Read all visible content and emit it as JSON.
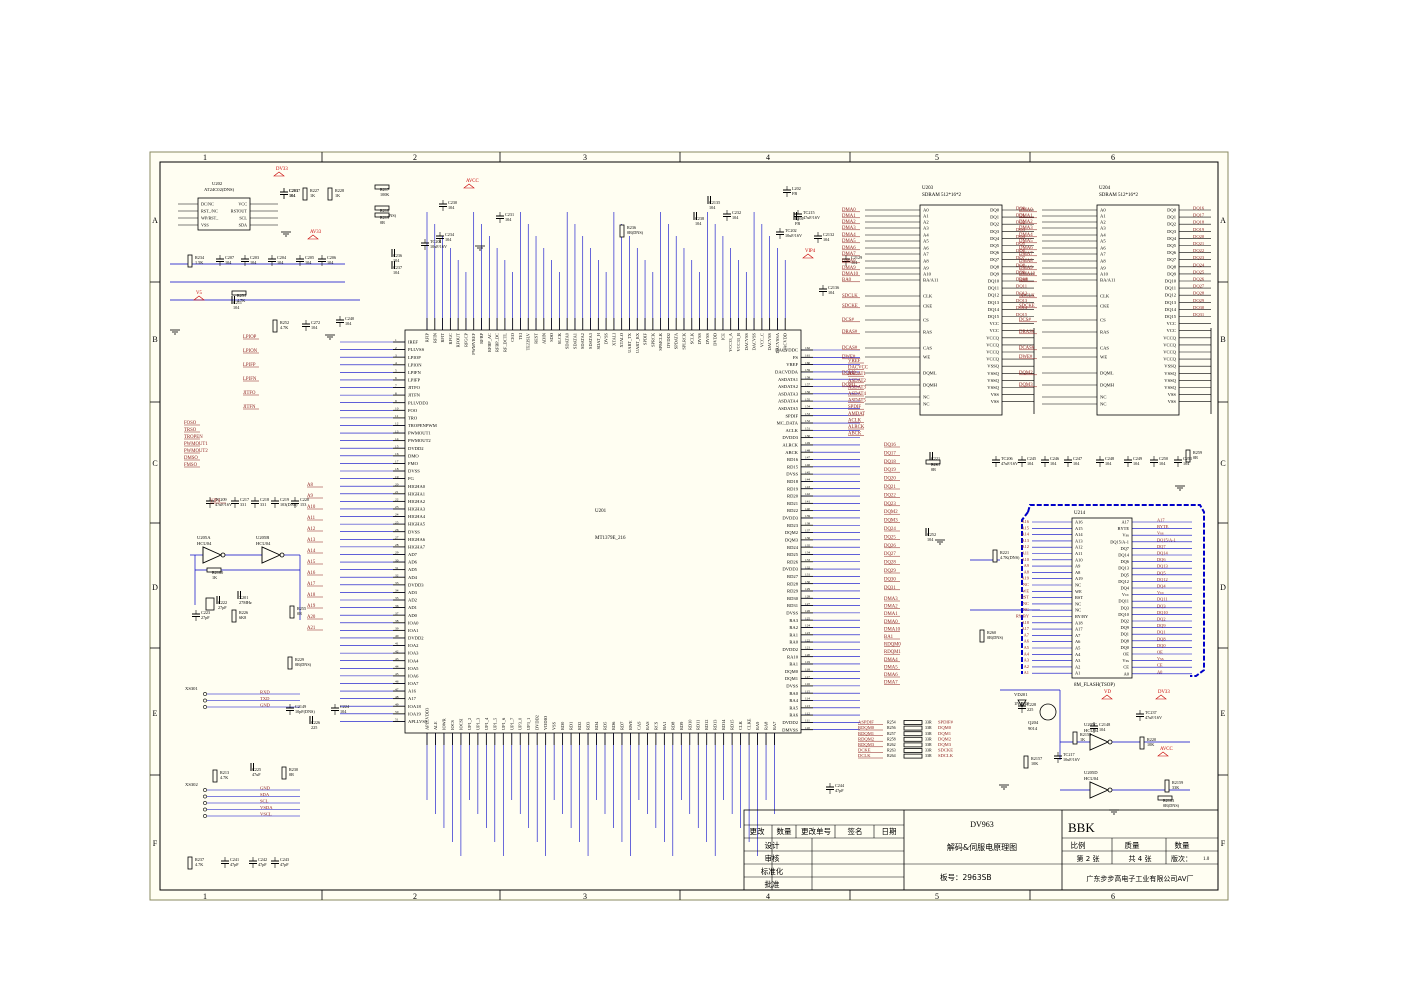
{
  "grid": {
    "columns": [
      "1",
      "2",
      "3",
      "4",
      "5",
      "6"
    ],
    "rows": [
      "A",
      "B",
      "C",
      "D",
      "E",
      "F"
    ]
  },
  "chips": {
    "main": {
      "ref": "U201",
      "part": "MT1379E_216"
    },
    "sdram1": {
      "ref": "U203",
      "part": "SDRAM 512*16*2"
    },
    "sdram2": {
      "ref": "U204",
      "part": "SDRAM 512*16*2"
    },
    "flash": {
      "ref": "U214",
      "part": "8M_FLASH(TSOP)"
    },
    "eeprom": {
      "ref": "U202",
      "part": "AT24C02(DNS)"
    },
    "inv_a": {
      "ref": "U205A",
      "part": "HCU04"
    },
    "inv_b": {
      "ref": "U205B",
      "part": "HCU04"
    },
    "inv_c": {
      "ref": "U205C",
      "part": "HCU04"
    },
    "inv_d": {
      "ref": "U205D",
      "part": "HCU04"
    },
    "transistor": {
      "ref": "Q204",
      "part": "9014"
    },
    "diode": {
      "ref": "VD201",
      "part": "1N4148"
    }
  },
  "eeprom_pins": [
    "DC/NC",
    "RST_/NC",
    "WP/RST_",
    "VSS",
    "VCC",
    "RSTOUT",
    "SCL",
    "SDA"
  ],
  "sdram_left_pins": [
    "A0",
    "A1",
    "A2",
    "A3",
    "A4",
    "A5",
    "A6",
    "A7",
    "A8",
    "A9",
    "A10",
    "BA/A11",
    "CLK",
    "CKE",
    "CS",
    "RAS",
    "CAS",
    "WE",
    "DQML",
    "DQMH",
    "NC",
    "NC"
  ],
  "sdram_right_pins": [
    "DQ0",
    "DQ1",
    "DQ2",
    "DQ3",
    "DQ4",
    "DQ5",
    "DQ6",
    "DQ7",
    "DQ8",
    "DQ9",
    "DQ10",
    "DQ11",
    "DQ12",
    "DQ13",
    "DQ14",
    "DQ15",
    "VCC",
    "VCC",
    "VCCQ",
    "VCCQ",
    "VCCQ",
    "VCCQ",
    "VSSQ",
    "VSSQ",
    "VSSQ",
    "VSSQ",
    "VSS",
    "VSS"
  ],
  "sdram1_nets": [
    "DMA0",
    "DMA1",
    "DMA2",
    "DMA3",
    "DMA4",
    "DMA5",
    "DMA6",
    "DMA7",
    "DMA8",
    "DMA9",
    "DMA10",
    "BA0",
    "SDCLK",
    "SDCKE",
    "DCS#",
    "DRAS#",
    "DCAS#",
    "DWE#",
    "DQM0",
    "DQM1"
  ],
  "sdram1_dq": [
    "DQ0",
    "DQ1",
    "DQ2",
    "DQ3",
    "DQ4",
    "DQ5",
    "DQ6",
    "DQ7",
    "DQ8",
    "DQ9",
    "DQ10",
    "DQ11",
    "DQ12",
    "DQ13",
    "DQ14",
    "DQ15"
  ],
  "sdram2_nets": [
    "DMA0",
    "DMA1",
    "DMA2",
    "DMA3",
    "DMA4",
    "DMA5",
    "DMA6",
    "DMA7",
    "DMA8",
    "DMA9",
    "DMA10",
    "BA0",
    "SDCLK",
    "SDCKE",
    "DCS#",
    "DRAS#",
    "DCAS#",
    "DWE#",
    "DQM2",
    "DQM3"
  ],
  "sdram2_dq": [
    "DQ16",
    "DQ17",
    "DQ18",
    "DQ19",
    "DQ20",
    "DQ21",
    "DQ22",
    "DQ23",
    "DQ24",
    "DQ25",
    "DQ26",
    "DQ27",
    "DQ28",
    "DQ29",
    "DQ30",
    "DQ31"
  ],
  "flash_left_pins": [
    "A16",
    "A15",
    "A14",
    "A13",
    "A12",
    "A11",
    "A10",
    "A9",
    "A8",
    "A19",
    "NC",
    "WE",
    "RST",
    "NC",
    "NC",
    "RY/BY",
    "A18",
    "A17",
    "A7",
    "A6",
    "A5",
    "A4",
    "A3",
    "A2",
    "A1"
  ],
  "flash_right_pins": [
    "A17",
    "BYTE",
    "Vss",
    "DQ15/A-1",
    "DQ7",
    "DQ14",
    "DQ6",
    "DQ13",
    "DQ5",
    "DQ12",
    "DQ4",
    "Vcc",
    "DQ11",
    "DQ3",
    "DQ10",
    "DQ2",
    "DQ9",
    "DQ1",
    "DQ8",
    "DQ0",
    "OE",
    "Vss",
    "CE",
    "A0"
  ],
  "main_left_pins": [
    "IREF",
    "PLLVSS",
    "LPIOP",
    "LPION",
    "LPIFN",
    "LPIFP",
    "JITFO",
    "JITFN",
    "PLLVDD3",
    "FOO",
    "TRO",
    "TROPENPWM",
    "PWMOUT1",
    "PWMOUT2",
    "DVDD2",
    "DMO",
    "FMO",
    "DVSS",
    "FG",
    "HIGHA0",
    "HIGHA1",
    "HIGHA2",
    "HIGHA3",
    "HIGHA4",
    "HIGHA5",
    "DVSS",
    "HIGHA6",
    "HIGHA7",
    "AD7",
    "AD6",
    "AD5",
    "AD4",
    "DVDD3",
    "AD3",
    "AD2",
    "AD1",
    "AD0",
    "IOA0",
    "IOA1",
    "DVDD2",
    "IOA2",
    "IOA3",
    "IOA4",
    "IOA5",
    "IOA6",
    "IOA7",
    "A16",
    "A17",
    "IOA18",
    "IOA19",
    "APLLVSS"
  ],
  "main_right_pins": [
    "DACVDDC",
    "FS",
    "VREF",
    "DACVDDA",
    "ASDATA1",
    "ASDATA2",
    "ASDATA3",
    "ASDATA4",
    "ASDATA5",
    "SPDIF",
    "MC_DATA",
    "ACLK",
    "DVDD3",
    "ALRCK",
    "ABCK",
    "RD16",
    "RD15",
    "DVSS",
    "RD18",
    "RD19",
    "RD20",
    "RD21",
    "RD22",
    "DVDD3",
    "RD23",
    "DQM2",
    "DQM3",
    "RD24",
    "RD25",
    "RD26",
    "DVDD3",
    "RD27",
    "RD28",
    "RD29",
    "RD30",
    "RD31",
    "DVSS",
    "RA3",
    "RA2",
    "RA1",
    "RA0",
    "DVDD2",
    "RA10",
    "BA1",
    "DQM0",
    "DQM1",
    "DVSS",
    "BA0",
    "RA4",
    "RA5",
    "RA6",
    "DVDD2",
    "DMVSS"
  ],
  "main_top_pins": [
    "RFIP",
    "RFIN",
    "RFIT",
    "RFGC",
    "RFOUT",
    "RFGCP",
    "PWMVREF",
    "RFBP",
    "RFBP_AC",
    "RFBP_DC",
    "RF_DCTL",
    "CEO",
    "TEI",
    "TEZISLV",
    "REST",
    "ADIN",
    "SDO",
    "SLCK",
    "SDATA0",
    "SDATA1",
    "SDATA2",
    "SDATA3",
    "SDAT_H",
    "DVSS",
    "XTALI",
    "XTALO",
    "UART_TX",
    "UART_RX",
    "SPDIF",
    "SPRCK",
    "SPMCLK",
    "DVDD2",
    "SPDATA",
    "SPLRCK",
    "SCLK",
    "DVSS",
    "DVSS",
    "DVDD",
    "ICE",
    "VCC33_A",
    "VCC33_B",
    "DACVSS",
    "DACVSS",
    "VCC_C",
    "DACVSS",
    "DACVSSA",
    "DACVDD"
  ],
  "main_bottom_pins": [
    "APLLVDD3",
    "ALE",
    "IOWR",
    "IOCS",
    "IOCSI",
    "UP1_2",
    "UP1_3",
    "UP1_4",
    "UP1_5",
    "UP1_6",
    "UP1_7",
    "UP3_0",
    "UP3_1",
    "DVDD2",
    "VDDIO",
    "VSS",
    "RD0",
    "RD1",
    "RD2",
    "RD3",
    "RD4",
    "RD5",
    "RD6",
    "RD7",
    "RWE",
    "CAS",
    "RAS",
    "RCS",
    "BA1",
    "RD8",
    "RD9",
    "RD10",
    "RD11",
    "RD12",
    "RD13",
    "RD14",
    "RD15",
    "CLK",
    "CLKE",
    "RA9",
    "RA8",
    "RA7"
  ],
  "left_nets": [
    "LPIOP",
    "LPION",
    "LPIFP",
    "LPIFN",
    "JITFO",
    "JITFN",
    "FOSO",
    "TRSO",
    "TROPEN",
    "PWMOUT1",
    "PWMOUT2",
    "DMSO",
    "FMSO",
    "VIP4",
    "A8",
    "A9",
    "A10",
    "A11",
    "A12",
    "A13",
    "A14",
    "A15",
    "A16",
    "A17",
    "A18",
    "A19",
    "A20",
    "A21"
  ],
  "right_nets": [
    "VREF",
    "DACVCC",
    "ASDAT1",
    "ASDAT2",
    "ASDAT3",
    "ASDAT4",
    "ASDAT5",
    "SPDIF",
    "AMDAT",
    "ACLK",
    "ALRCK",
    "ABCK",
    "DQ16",
    "DQ17",
    "DQ18",
    "DQ19",
    "DQ20",
    "DQ21",
    "DQ22",
    "DQ23",
    "DQM2",
    "DQM3",
    "DQ24",
    "DQ25",
    "DQ26",
    "DQ27",
    "DQ28",
    "DQ29",
    "DQ30",
    "DQ31",
    "DMA3",
    "DMA2",
    "DMA1",
    "DMA0",
    "DMA10",
    "BA1",
    "RDQM0",
    "RDQM1",
    "DMA4",
    "DMA5",
    "DMA6",
    "DMA7"
  ],
  "passives": [
    {
      "ref": "C201",
      "val": "104"
    },
    {
      "ref": "R227",
      "val": "1K"
    },
    {
      "ref": "R228",
      "val": "1K"
    },
    {
      "ref": "R217",
      "val": "100K"
    },
    {
      "ref": "R218",
      "val": "0R(DNS)"
    },
    {
      "ref": "R219",
      "val": "0R"
    },
    {
      "ref": "C230",
      "val": "104"
    },
    {
      "ref": "C231",
      "val": "104"
    },
    {
      "ref": "C234",
      "val": "104"
    },
    {
      "ref": "TC201",
      "val": "10uF/16V"
    },
    {
      "ref": "R236",
      "val": "0R(DNS)"
    },
    {
      "ref": "C232",
      "val": "104"
    },
    {
      "ref": "C236",
      "val": "104"
    },
    {
      "ref": "C237",
      "val": "104"
    },
    {
      "ref": "C238",
      "val": "104"
    },
    {
      "ref": "L201",
      "val": "FB"
    },
    {
      "ref": "L202",
      "val": "FB"
    },
    {
      "ref": "C2135",
      "val": "104"
    },
    {
      "ref": "TC202",
      "val": "10uF/16V"
    },
    {
      "ref": "TC215",
      "val": "47uF/16V"
    },
    {
      "ref": "C2132",
      "val": "104"
    },
    {
      "ref": "C2136",
      "val": "104"
    },
    {
      "ref": "C2129",
      "val": "104"
    },
    {
      "ref": "R234",
      "val": "1.5K"
    },
    {
      "ref": "C207",
      "val": "104"
    },
    {
      "ref": "C203",
      "val": "104"
    },
    {
      "ref": "C204",
      "val": "104"
    },
    {
      "ref": "C205",
      "val": "104"
    },
    {
      "ref": "C206",
      "val": "104"
    },
    {
      "ref": "C211",
      "val": "104"
    },
    {
      "ref": "R251",
      "val": "4.7K"
    },
    {
      "ref": "R252",
      "val": "4.7K"
    },
    {
      "ref": "C272",
      "val": "104"
    },
    {
      "ref": "C240",
      "val": "104"
    },
    {
      "ref": "TC209",
      "val": "47uF/16V"
    },
    {
      "ref": "C217",
      "val": "331"
    },
    {
      "ref": "C218",
      "val": "331"
    },
    {
      "ref": "C219",
      "val": "103(DNS)"
    },
    {
      "ref": "C220",
      "val": "153"
    },
    {
      "ref": "C221",
      "val": "104"
    },
    {
      "ref": "R261",
      "val": "0R"
    },
    {
      "ref": "R259",
      "val": "0R"
    },
    {
      "ref": "TC206",
      "val": "47uF/16V"
    },
    {
      "ref": "C245",
      "val": "104"
    },
    {
      "ref": "C246",
      "val": "104"
    },
    {
      "ref": "C247",
      "val": "104"
    },
    {
      "ref": "C248",
      "val": "104"
    },
    {
      "ref": "C249",
      "val": "104"
    },
    {
      "ref": "C250",
      "val": "104"
    },
    {
      "ref": "C251",
      "val": "104"
    },
    {
      "ref": "C252",
      "val": "104"
    },
    {
      "ref": "R2160",
      "val": "1K"
    },
    {
      "ref": "R226",
      "val": "6K8"
    },
    {
      "ref": "C223",
      "val": "27pF"
    },
    {
      "ref": "C222",
      "val": "27pF"
    },
    {
      "ref": "X201",
      "val": "27MHz"
    },
    {
      "ref": "R255",
      "val": "0R"
    },
    {
      "ref": "R229",
      "val": "0R(DNS)"
    },
    {
      "ref": "C2149",
      "val": "10pF(DNS)"
    },
    {
      "ref": "C224",
      "val": "104"
    },
    {
      "ref": "C226",
      "val": "225"
    },
    {
      "ref": "R213",
      "val": "4.7K"
    },
    {
      "ref": "C225",
      "val": "47uF"
    },
    {
      "ref": "R230",
      "val": "0R"
    },
    {
      "ref": "R237",
      "val": "4.7K"
    },
    {
      "ref": "C241",
      "val": "47pF"
    },
    {
      "ref": "C242",
      "val": "47pF"
    },
    {
      "ref": "C243",
      "val": "47pF"
    },
    {
      "ref": "C244",
      "val": "47pF"
    },
    {
      "ref": "C228",
      "val": "225"
    },
    {
      "ref": "R2157",
      "val": "10K"
    },
    {
      "ref": "TC217",
      "val": "10uF/16V"
    },
    {
      "ref": "R2158",
      "val": "1K"
    },
    {
      "ref": "C2148",
      "val": "104"
    },
    {
      "ref": "TC237",
      "val": "47uF/16V"
    },
    {
      "ref": "R220",
      "val": "10K"
    },
    {
      "ref": "R2159",
      "val": "33K"
    },
    {
      "ref": "R2163",
      "val": "0R(DNS)"
    },
    {
      "ref": "R260",
      "val": "0R(DNS)"
    },
    {
      "ref": "R221",
      "val": "4.7K(DNS)"
    },
    {
      "ref": "C2137",
      "val": "104"
    }
  ],
  "resnets": [
    {
      "ref": "R254",
      "val": "33R",
      "net": "ASPDIF"
    },
    {
      "ref": "R256",
      "val": "33R",
      "net": "RDQM0"
    },
    {
      "ref": "R257",
      "val": "33R",
      "net": "RDQM1"
    },
    {
      "ref": "R258",
      "val": "33R",
      "net": "RDQM2"
    },
    {
      "ref": "R262",
      "val": "33R",
      "net": "RDQM3"
    },
    {
      "ref": "R263",
      "val": "33R",
      "net": "DCKE"
    },
    {
      "ref": "R264",
      "val": "33R",
      "net": "DCLK"
    }
  ],
  "resnet_out": [
    "SPDIF#",
    "DQM0",
    "DQM1",
    "DQM2",
    "DQM3",
    "SDCKE",
    "SDCLK"
  ],
  "connectors": [
    {
      "ref": "XS301",
      "pins": [
        "RXD",
        "TXD",
        "GND"
      ]
    },
    {
      "ref": "XS302",
      "pins": [
        "GND",
        "SDA",
        "SCL",
        "VSDA",
        "VSCL"
      ]
    }
  ],
  "power_labels": [
    "DV33",
    "AV33",
    "V5",
    "VIP4",
    "AVCC",
    "VD",
    "DV33",
    "AVCC"
  ],
  "title_block": {
    "model": "DV963",
    "title": "解码&伺服电原理图",
    "board": "板号：2963SB",
    "logo": "BBK",
    "company": "广东步步高电子工业有限公司AV厂",
    "headers": [
      "更改",
      "数量",
      "更改单号",
      "签名",
      "日期"
    ],
    "rows": [
      "设计",
      "审核",
      "标准化",
      "批准"
    ],
    "meta_labels": [
      "比例",
      "质量",
      "数量"
    ],
    "sheet": "第 2 张",
    "total": "共 4 张",
    "version_label": "版次：",
    "version": "1.0"
  },
  "colors": {
    "frame": "#000000",
    "wire": "#0000c8",
    "net_label": "#8b1a1a",
    "pin_text": "#000000",
    "sheet_bg": "#fffef2",
    "power": "#c80000"
  }
}
